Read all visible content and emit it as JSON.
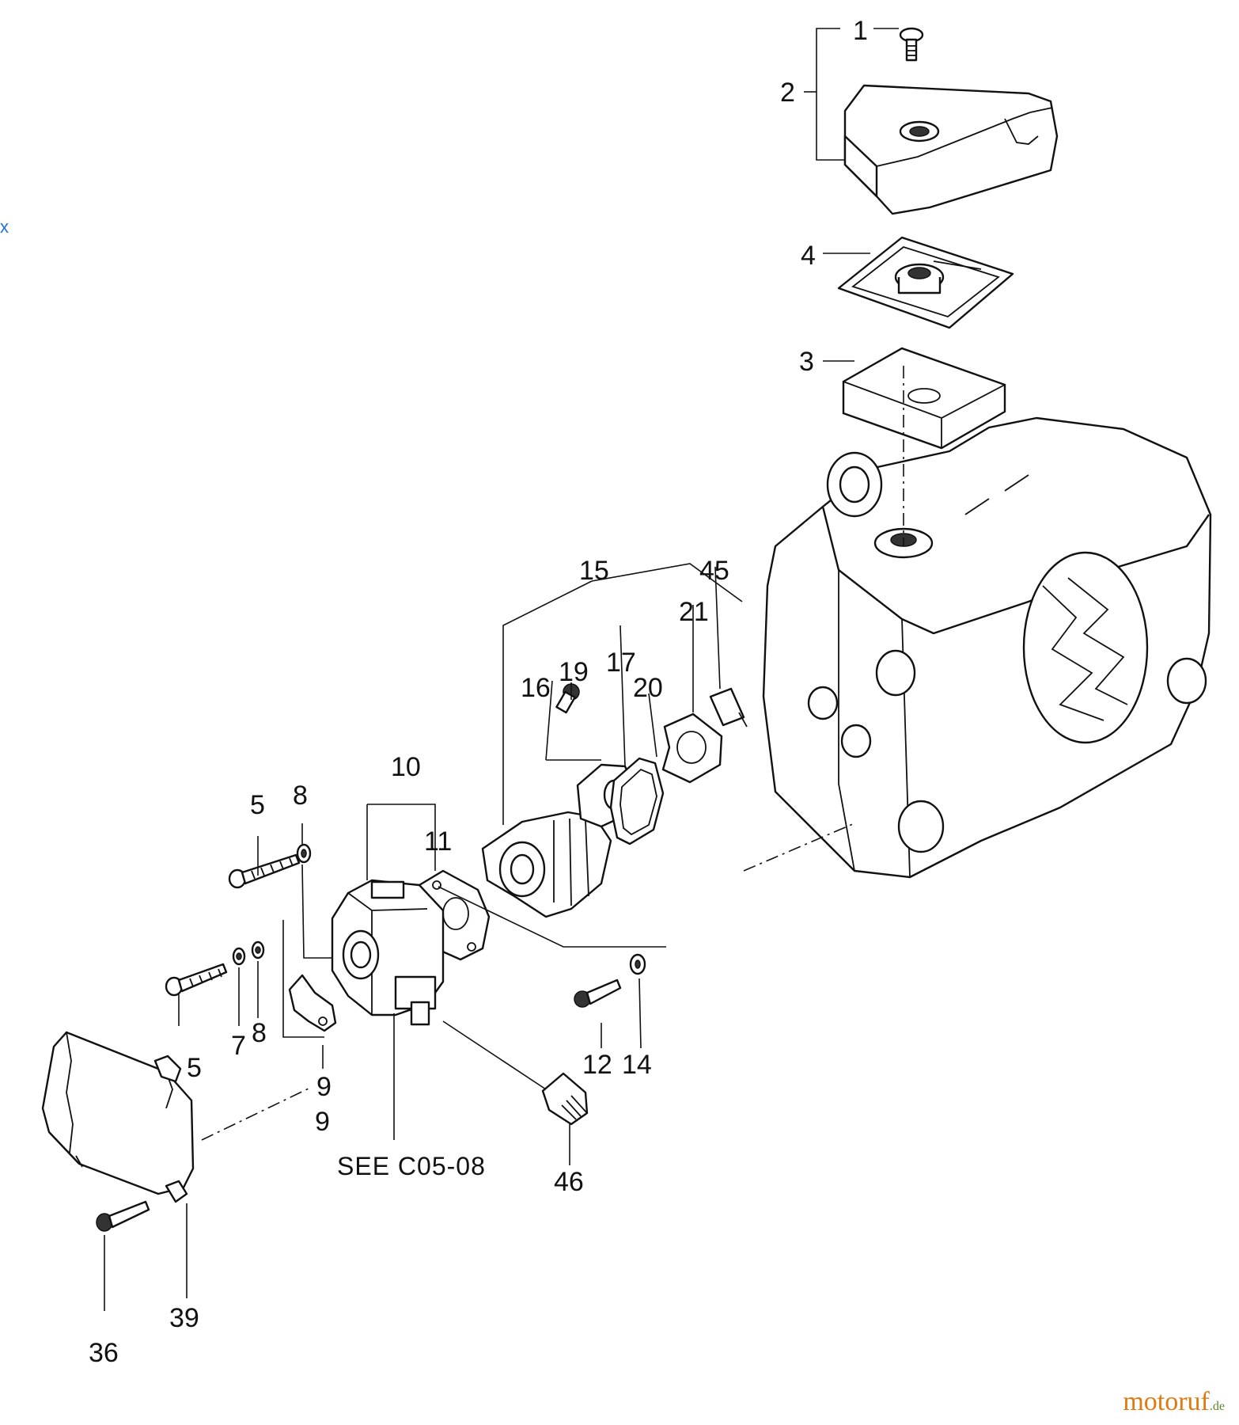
{
  "callouts": [
    "1",
    "2",
    "4",
    "3",
    "15",
    "45",
    "21",
    "19",
    "17",
    "16",
    "20",
    "10",
    "5",
    "8",
    "11",
    "7",
    "8",
    "5",
    "9",
    "9",
    "12",
    "14",
    "46",
    "39",
    "36"
  ],
  "reference_note": "SEE C05-08",
  "stray_mark": "x",
  "watermark": {
    "brand": "motoruf",
    "tld": ".de"
  },
  "colors": {
    "ink": "#111111",
    "watermark_orange": "#e07a10",
    "watermark_green": "#5a8a2a",
    "stray_blue": "#2a6fd6"
  }
}
